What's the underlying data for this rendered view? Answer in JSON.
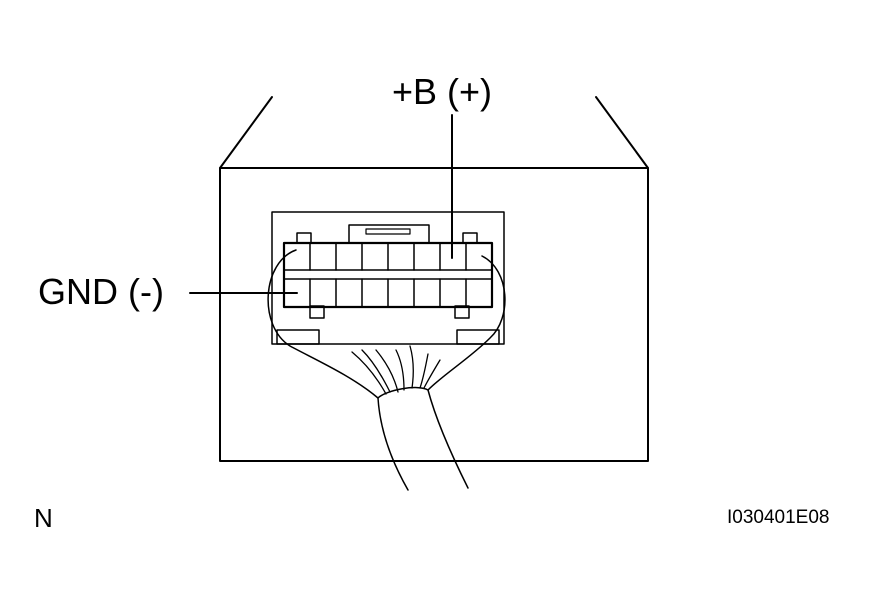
{
  "labels": {
    "positive_terminal": "+B (+)",
    "ground_terminal": "GND (-)",
    "orientation_mark": "N",
    "figure_id": "I030401E08"
  },
  "colors": {
    "line": "#000000",
    "background": "#ffffff"
  }
}
